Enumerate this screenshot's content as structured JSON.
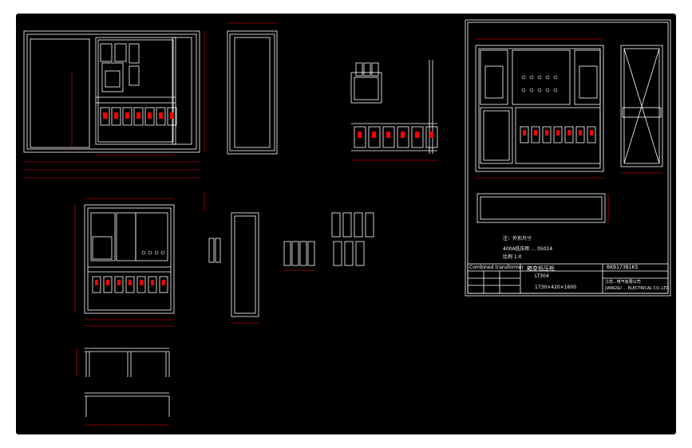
{
  "colors": {
    "background": "#000000",
    "frame": "#ffffff",
    "dimension": "#ff0000",
    "text": "#ffffff"
  },
  "title_block": {
    "drawing_number": "BKB173B1KS",
    "project_title": "箱变低压柜",
    "company_header": "Combined transformer",
    "model": "LT304",
    "dimensions": "1730×420×1600",
    "company_cn": "江苏...电气有限公司",
    "company_en": "JIANGSU ... ELECTRICAL CO.,LTD",
    "note_1": "注：外形尺寸",
    "note_2": "400A低压柜 ... 05014",
    "note_3": "比例 1:0"
  }
}
